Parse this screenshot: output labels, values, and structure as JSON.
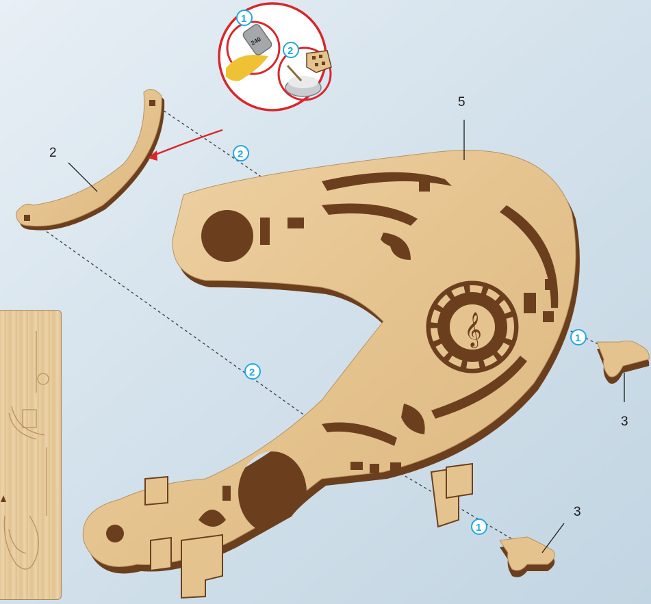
{
  "parts": {
    "part_2_label": "2",
    "part_5_label": "5",
    "part_3_right_label": "3",
    "part_3_bottom_label": "3"
  },
  "steps": {
    "callout_step_1": "1",
    "callout_step_2": "2",
    "arc_top_step": "2",
    "arc_bottom_step": "2",
    "foot_right_step": "1",
    "foot_bottom_step": "1"
  },
  "callout": {
    "sandpaper_grit": "240"
  },
  "colors": {
    "step_marker": "#1fa8e0",
    "callout_ring": "#d9262b",
    "wood_face": "#e7c794",
    "wood_edge": "#6b3f1e"
  }
}
